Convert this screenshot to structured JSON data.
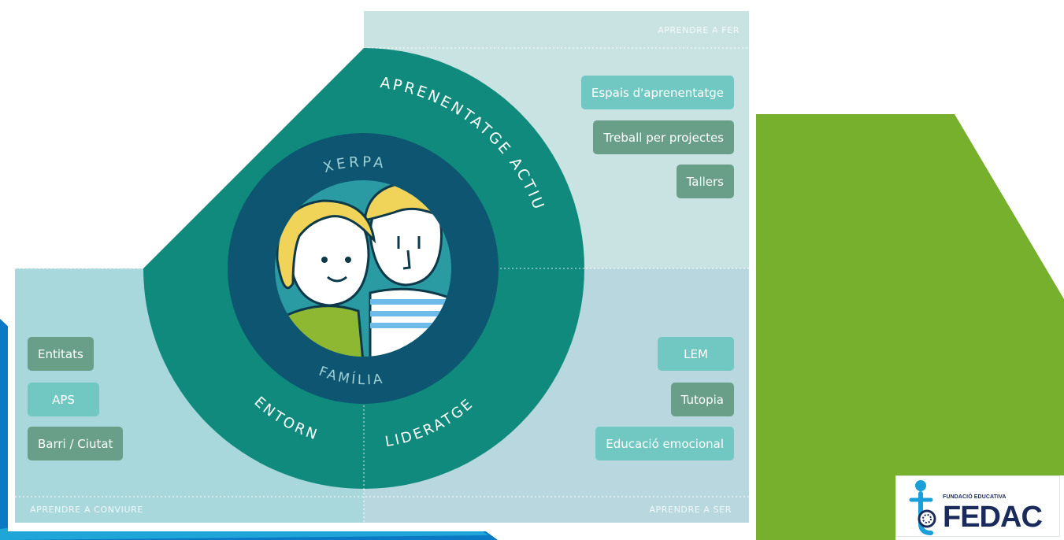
{
  "colors": {
    "green_accent": "#77b02c",
    "blue_accent": "#0c79c4",
    "teal_ring": "#0f8a7c",
    "navy_ring": "#0d5570",
    "center_teal": "#2a9aa3",
    "quadrant_top": "#c8e3e2",
    "quadrant_left": "#a9d8dc",
    "quadrant_right": "#b8d7df",
    "pill_light": "#71c8c2",
    "pill_dark": "#699f88",
    "logo_text": "#1a2a5a"
  },
  "diagram": {
    "quadrant_labels": {
      "top": "APRENDRE A FER",
      "bottom_left": "APRENDRE A CONVIURE",
      "bottom_right": "APRENDRE A SER"
    },
    "ring_labels": {
      "aprenentatge_actiu": "APRENENTATGE ACTIU",
      "entorn": "ENTORN",
      "lideratge": "LIDERATGE",
      "xerpa": "XERPA",
      "familia": "FAMÍLIA"
    },
    "top_pills": [
      {
        "label": "Espais d'aprenentatge",
        "tone": "light"
      },
      {
        "label": "Treball per projectes",
        "tone": "dark"
      },
      {
        "label": "Tallers",
        "tone": "dark"
      }
    ],
    "left_pills": [
      {
        "label": "Entitats",
        "tone": "dark"
      },
      {
        "label": "APS",
        "tone": "light"
      },
      {
        "label": "Barri / Ciutat",
        "tone": "dark"
      }
    ],
    "right_pills": [
      {
        "label": "LEM",
        "tone": "light"
      },
      {
        "label": "Tutopia",
        "tone": "dark"
      },
      {
        "label": "Educació emocional",
        "tone": "light"
      }
    ]
  },
  "logo": {
    "small_text": "FUNDACIÓ EDUCATIVA",
    "big_text": "FEDAC",
    "icon": "fedac-seal-icon"
  }
}
